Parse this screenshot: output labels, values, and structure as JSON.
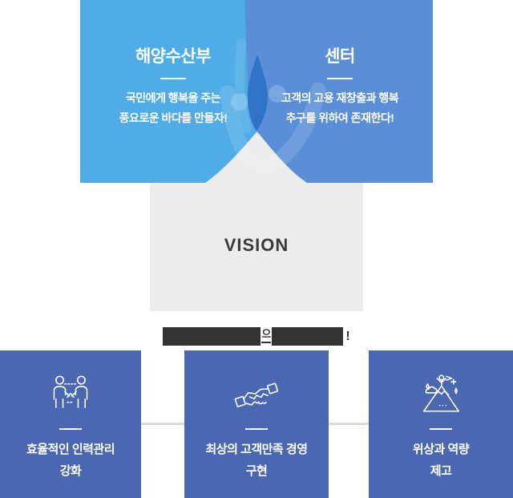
{
  "top": {
    "left_panel": {
      "title": "해양수산부",
      "line1": "국민에게 행복을 주는",
      "line2": "풍요로운 바다를 만들자!"
    },
    "right_panel": {
      "title": "센터",
      "line1": "고객의 고용 재창출과 행복",
      "line2": "추구를 위하여 존재한다!"
    }
  },
  "vision": {
    "label": "VISION"
  },
  "slogan": {
    "fragment_mid": "으",
    "fragment_end": "!"
  },
  "goals": [
    {
      "icon": "people-handshake-icon",
      "line1": "효율적인 인력관리",
      "line2": "강화"
    },
    {
      "icon": "handshake-icon",
      "line1": "최상의 고객만족 경영",
      "line2": "구현"
    },
    {
      "icon": "mountain-summit-icon",
      "line1": "위상과 역량",
      "line2": "제고"
    }
  ],
  "colors": {
    "left_blue": "#4FACE6",
    "right_blue": "#5A8FD8",
    "lens_blue": "#2E73C6",
    "box_gray": "#ECECEC",
    "dark": "#333333",
    "goal_blue": "#4A68B2",
    "connector_gray": "#D9D9D9"
  }
}
